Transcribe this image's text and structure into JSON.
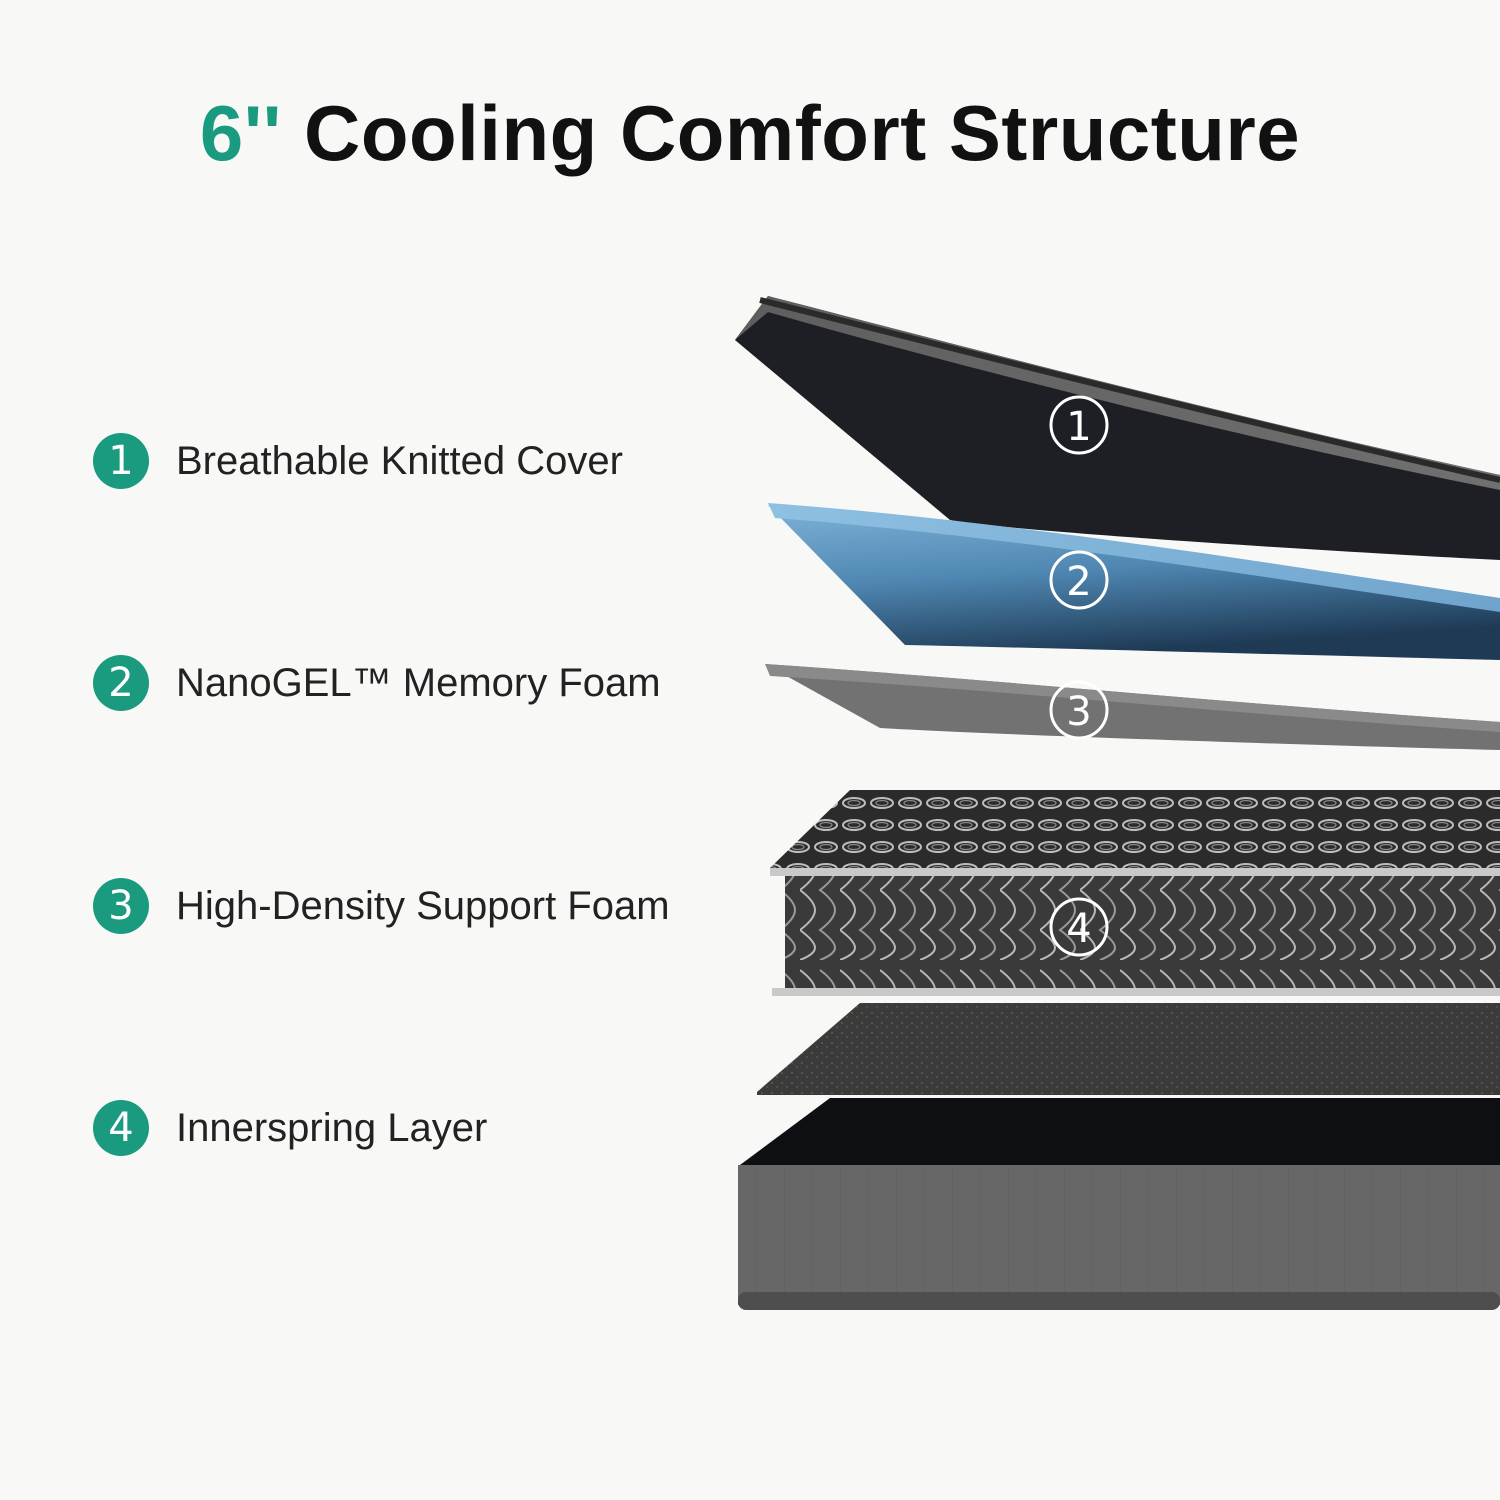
{
  "title": {
    "highlight": "6''",
    "text": "Cooling Comfort Structure"
  },
  "features": [
    {
      "number": "1",
      "label": "Breathable Knitted Cover"
    },
    {
      "number": "2",
      "label": "NanoGEL™ Memory Foam"
    },
    {
      "number": "3",
      "label": "High-Density Support Foam"
    },
    {
      "number": "4",
      "label": "Innerspring Layer"
    }
  ],
  "colors": {
    "accent": "#1a9a7e",
    "background": "#f8f8f7",
    "gel_foam": "#5a93bf",
    "cover": "#6a6a6a"
  }
}
